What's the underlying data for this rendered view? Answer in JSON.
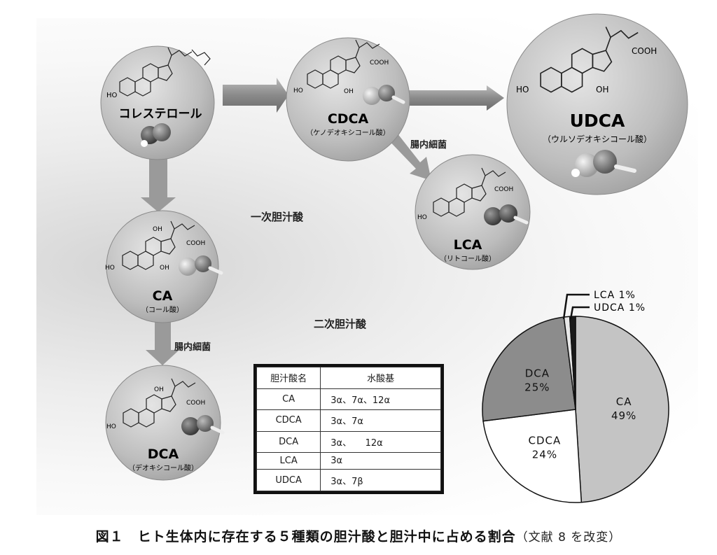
{
  "figure": {
    "caption_main": "図１　ヒト生体内に存在する５種類の胆汁酸と胆汁中に占める割合",
    "caption_note": "（文献 8 を改変）"
  },
  "molecules": {
    "cholesterol": {
      "name": "コレステロール",
      "ho": "HO"
    },
    "cdca": {
      "name": "CDCA",
      "sub": "（ケノデオキシコール酸）",
      "ho": "HO",
      "oh": "OH",
      "cooh": "COOH"
    },
    "udca": {
      "name": "UDCA",
      "sub": "（ウルソデオキシコール酸）",
      "ho": "HO",
      "oh": "OH",
      "cooh": "COOH"
    },
    "lca": {
      "name": "LCA",
      "sub": "（リトコール酸）",
      "ho": "HO",
      "cooh": "COOH"
    },
    "ca": {
      "name": "CA",
      "sub": "（コール酸）",
      "ho": "HO",
      "oh": "OH",
      "oh_top": "OH",
      "cooh": "COOH"
    },
    "dca": {
      "name": "DCA",
      "sub": "（デオキシコール酸）",
      "ho": "HO",
      "oh_top": "OH",
      "cooh": "COOH"
    }
  },
  "labels": {
    "gut_bacteria_1": "腸内細菌",
    "gut_bacteria_2": "腸内細菌",
    "primary_bile_acids": "一次胆汁酸",
    "secondary_bile_acids": "二次胆汁酸"
  },
  "table": {
    "headers": [
      "胆汁酸名",
      "水酸基"
    ],
    "rows": [
      [
        "CA",
        "3α、7α、12α"
      ],
      [
        "CDCA",
        "3α、7α"
      ],
      [
        "DCA",
        "3α、　　12α"
      ],
      [
        "LCA",
        "3α"
      ],
      [
        "UDCA",
        "3α、7β"
      ]
    ]
  },
  "chart_data": {
    "type": "pie",
    "slices": [
      {
        "label": "CA",
        "value": 49,
        "value_label": "49%",
        "color": "#c4c4c4"
      },
      {
        "label": "CDCA",
        "value": 24,
        "value_label": "24%",
        "color": "#ffffff"
      },
      {
        "label": "DCA",
        "value": 25,
        "value_label": "25%",
        "color": "#8c8c8c"
      },
      {
        "label": "LCA",
        "value": 1,
        "value_label": "1%",
        "color": "#e8e8e8"
      },
      {
        "label": "UDCA",
        "value": 1,
        "value_label": "1%",
        "color": "#1a1a1a"
      }
    ],
    "callouts": [
      "LCA  1%",
      "UDCA  1%"
    ]
  }
}
